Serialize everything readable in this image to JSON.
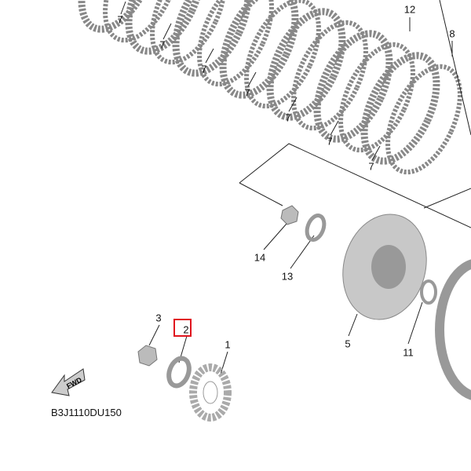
{
  "diagram_code": "B3J1110DU150",
  "fwd_label": "FWD",
  "highlight_color": "#e0141e",
  "highlighted_part": "2",
  "labels": {
    "p7a": "7",
    "p7b": "7",
    "p7c": "7",
    "p7d": "7",
    "p7e": "7",
    "p7f": "7",
    "p7g": "7",
    "p12": "12",
    "p8": "8",
    "p14": "14",
    "p13": "13",
    "p5": "5",
    "p11": "11",
    "p3": "3",
    "p2": "2",
    "p1": "1"
  }
}
